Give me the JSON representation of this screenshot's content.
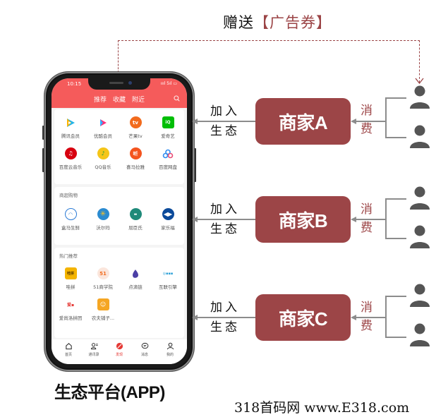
{
  "top_label": {
    "prefix": "赠送",
    "highlight": "【广告券】"
  },
  "colors": {
    "accent": "#9c4547",
    "app_red": "#f55b5b",
    "connector_gray": "#8c8c8c",
    "user_gray": "#555555"
  },
  "phone": {
    "status": {
      "time": "10:15",
      "right": "ıııl 5ıl ▭"
    },
    "tabs": [
      "推荐",
      "收藏",
      "附近"
    ],
    "sections": [
      {
        "title": "",
        "items": [
          {
            "label": "腾讯会员",
            "icon": "tencent-video-icon",
            "color": "#1fb6e8"
          },
          {
            "label": "优酷会员",
            "icon": "youku-icon",
            "color": "#ffffff"
          },
          {
            "label": "芒果tv",
            "icon": "mango-tv-icon",
            "color": "#f26b1d"
          },
          {
            "label": "爱奇艺",
            "icon": "iqiyi-icon",
            "color": "#00be06"
          },
          {
            "label": "百度云音乐",
            "icon": "netease-music-icon",
            "color": "#d7000f"
          },
          {
            "label": "QQ音乐",
            "icon": "qq-music-icon",
            "color": "#f5c518"
          },
          {
            "label": "喜马拉雅",
            "icon": "ximalaya-icon",
            "color": "#f4541e"
          },
          {
            "label": "百度网盘",
            "icon": "baidu-pan-icon",
            "color": "#ffffff"
          }
        ]
      },
      {
        "title": "商超购物",
        "items": [
          {
            "label": "盒马生鲜",
            "icon": "hema-icon",
            "color": "#ffffff"
          },
          {
            "label": "沃尔玛",
            "icon": "walmart-icon",
            "color": "#2b8bd0"
          },
          {
            "label": "屈臣氏",
            "icon": "watsons-icon",
            "color": "#1f8a7a"
          },
          {
            "label": "家乐福",
            "icon": "carrefour-icon",
            "color": "#0b4a9a"
          }
        ]
      },
      {
        "title": "热门推荐",
        "items": [
          {
            "label": "哇拼",
            "icon": "wapin-icon",
            "color": "#f4b400"
          },
          {
            "label": "51商学院",
            "icon": "51-college-icon",
            "color": "#fbe6dc"
          },
          {
            "label": "点滴链",
            "icon": "diandi-icon",
            "color": "#4b3fa6"
          },
          {
            "label": "互联引擎",
            "icon": "hulian-icon",
            "color": "#ffffff"
          },
          {
            "label": "爱尚洛拼团",
            "icon": "aishangluo-icon",
            "color": "#ffffff"
          },
          {
            "label": "农夫铺子...",
            "icon": "nongfu-icon",
            "color": "#f5a623"
          }
        ]
      }
    ],
    "bottom_nav": [
      {
        "label": "首页",
        "icon": "home-icon",
        "active": false
      },
      {
        "label": "通讯录",
        "icon": "contacts-icon",
        "active": false
      },
      {
        "label": "发现",
        "icon": "discover-icon",
        "active": true
      },
      {
        "label": "消息",
        "icon": "message-icon",
        "active": false
      },
      {
        "label": "我的",
        "icon": "profile-icon",
        "active": false
      }
    ],
    "caption": "生态平台(APP)"
  },
  "merchants": [
    {
      "name": "商家A",
      "join_line1": "加入",
      "join_line2": "生态",
      "consume_line1": "消",
      "consume_line2": "费"
    },
    {
      "name": "商家B",
      "join_line1": "加入",
      "join_line2": "生态",
      "consume_line1": "消",
      "consume_line2": "费"
    },
    {
      "name": "商家C",
      "join_line1": "加入",
      "join_line2": "生态",
      "consume_line1": "消",
      "consume_line2": "费"
    }
  ],
  "footer": {
    "text": "318首码网 www.E318.com"
  }
}
